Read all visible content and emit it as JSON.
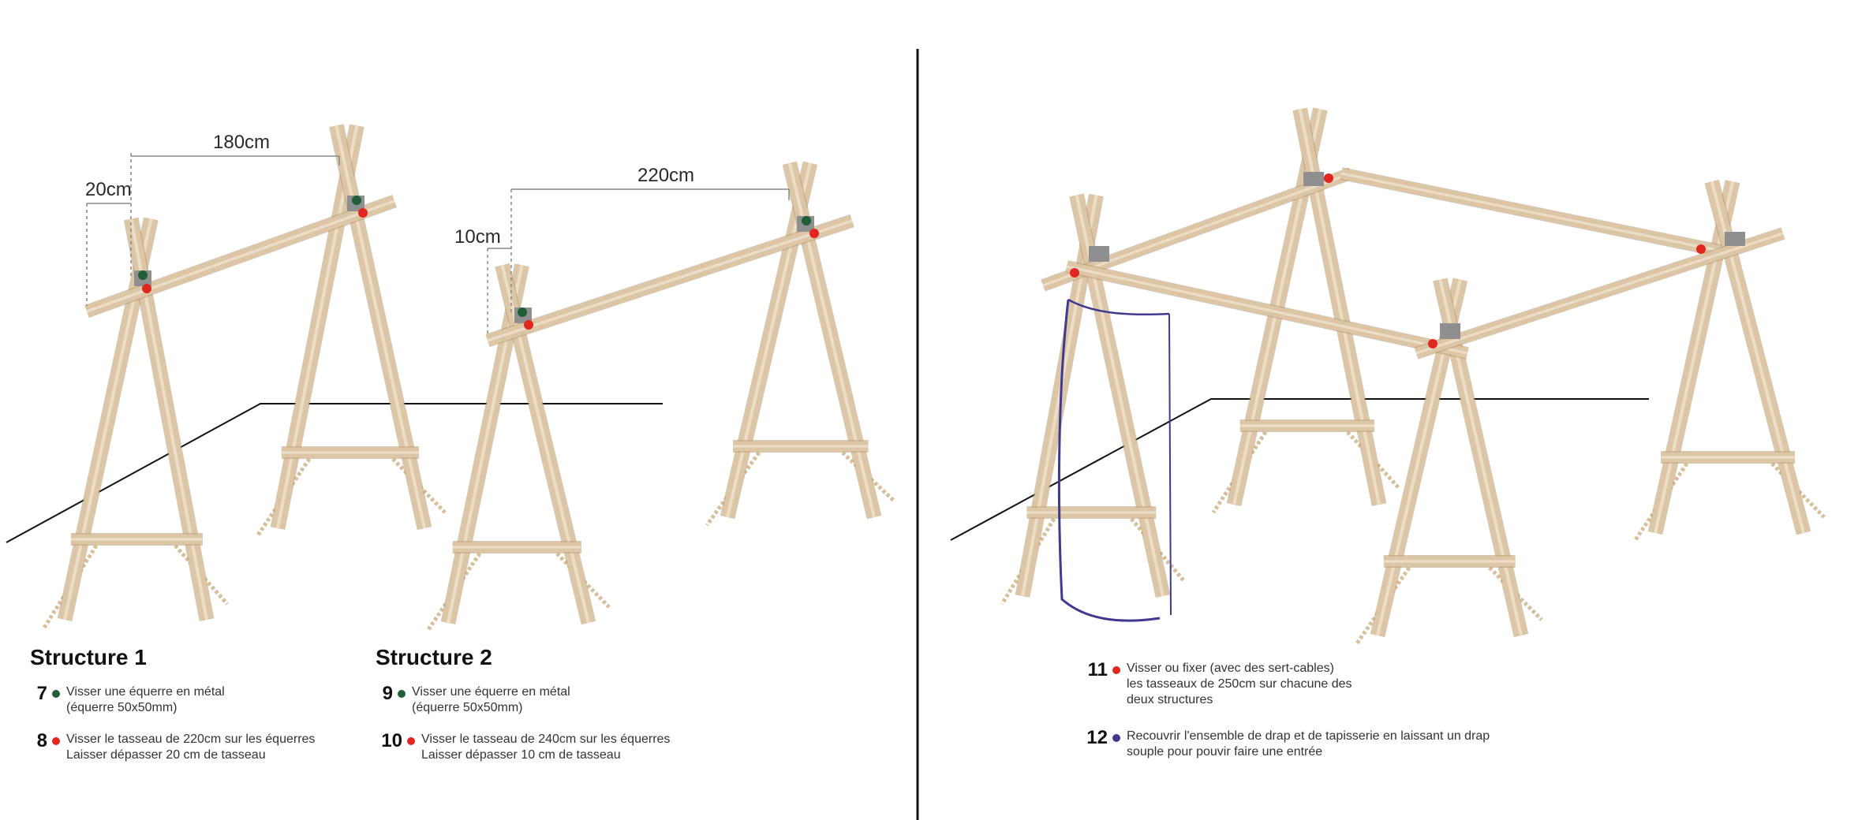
{
  "colors": {
    "green": "#1f5e36",
    "red": "#e0261e",
    "purple": "#3f3a8f",
    "wood": "#dcc6a5",
    "wood_dark": "#c9ad84",
    "bracket": "#8f8f8f"
  },
  "dimensions": {
    "s1_overhang": "20cm",
    "s1_span": "180cm",
    "s2_overhang": "10cm",
    "s2_span": "220cm"
  },
  "structure1": {
    "title": "Structure 1",
    "steps": [
      {
        "num": "7",
        "lines": [
          "Visser une équerre en métal",
          "(équerre 50x50mm)"
        ]
      },
      {
        "num": "8",
        "lines": [
          "Visser le tasseau de 220cm sur les équerres",
          "Laisser dépasser 20 cm de tasseau"
        ]
      }
    ]
  },
  "structure2": {
    "title": "Structure 2",
    "steps": [
      {
        "num": "9",
        "lines": [
          "Visser une équerre en métal",
          "(équerre 50x50mm)"
        ]
      },
      {
        "num": "10",
        "lines": [
          "Visser le tasseau de 240cm sur les équerres",
          "Laisser dépasser 10 cm de tasseau"
        ]
      }
    ]
  },
  "assembly": {
    "steps": [
      {
        "num": "11",
        "lines": [
          "Visser ou fixer (avec des sert-cables)",
          "les tasseaux de 250cm sur chacune des",
          "deux structures"
        ]
      },
      {
        "num": "12",
        "lines": [
          "Recouvrir l'ensemble de drap et de tapisserie en laissant un drap",
          "souple pour pouvir faire une entrée"
        ]
      }
    ]
  }
}
